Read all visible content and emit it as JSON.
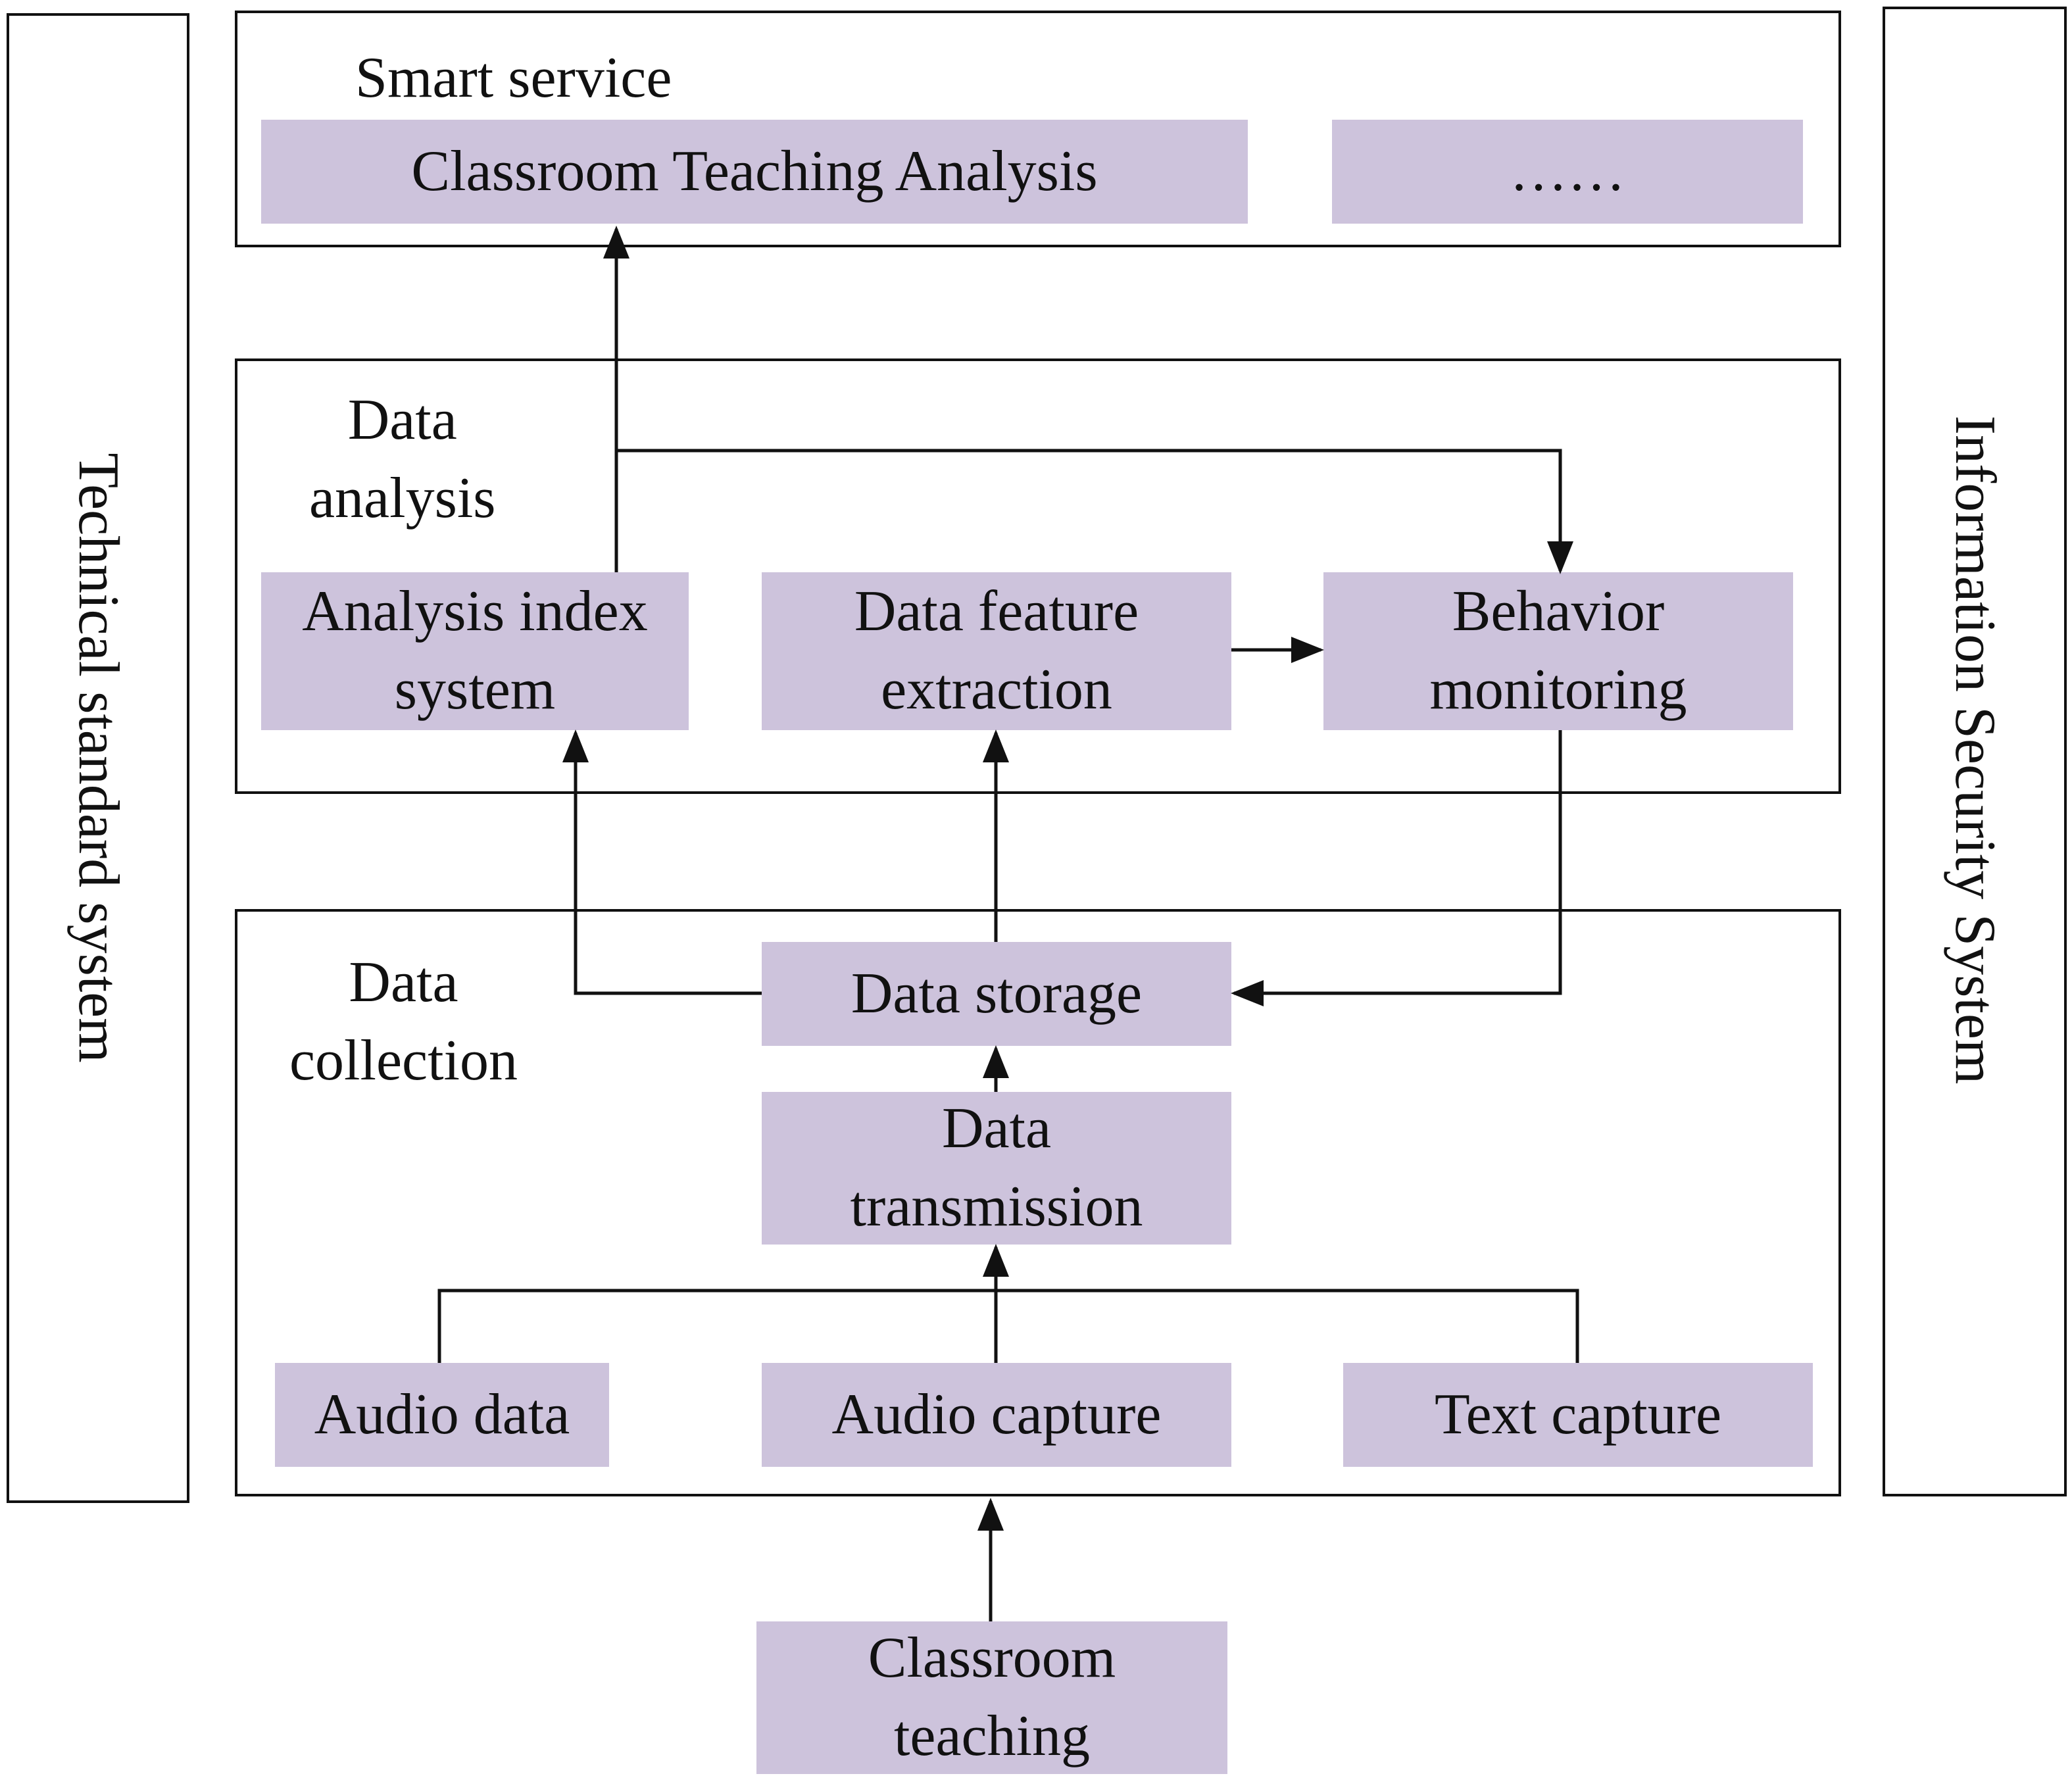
{
  "side_panels": {
    "left": "Technical standard system",
    "right": "Information Security System"
  },
  "layers": {
    "smart_service": {
      "title": "Smart service",
      "items": [
        "Classroom Teaching Analysis",
        "……"
      ]
    },
    "data_analysis": {
      "title": "Data\nanalysis",
      "items": [
        "Analysis index\nsystem",
        "Data feature\nextraction",
        "Behavior\nmonitoring"
      ]
    },
    "data_collection": {
      "title": "Data\ncollection",
      "storage": "Data storage",
      "transmission": "Data\ntransmission",
      "sources": [
        "Audio data",
        "Audio capture",
        "Text capture"
      ]
    }
  },
  "input": "Classroom\nteaching",
  "colors": {
    "box_fill": "#cdc3dc",
    "line": "#111111"
  }
}
